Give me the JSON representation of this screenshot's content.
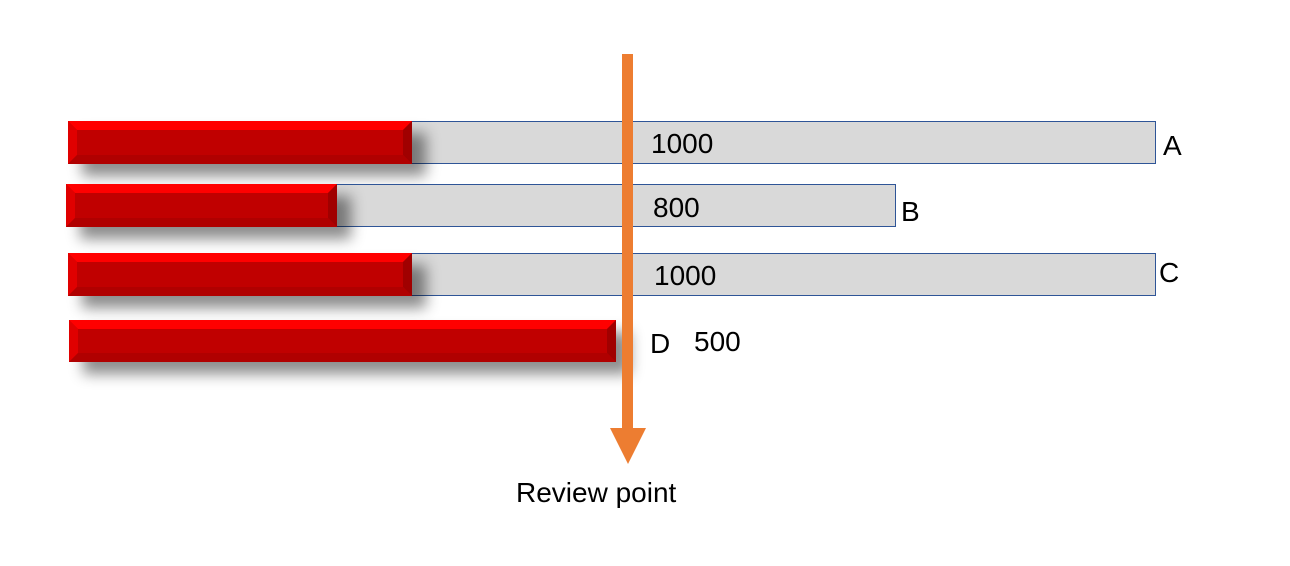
{
  "bars": [
    {
      "name": "A",
      "total_label": "1000",
      "total": 1000,
      "progress_fraction": 0.316
    },
    {
      "name": "B",
      "total_label": "800",
      "total": 800,
      "progress_fraction": 0.326
    },
    {
      "name": "C",
      "total_label": "1000",
      "total": 1000,
      "progress_fraction": 0.316
    },
    {
      "name": "D",
      "total_label": "500",
      "total": 500,
      "progress_fraction": 1.0
    }
  ],
  "review_point": {
    "label": "Review point"
  },
  "colors": {
    "progress_red": "#ff0000",
    "progress_dark": "#c00000",
    "total_fill": "#d9d9d9",
    "total_border": "#2f5597",
    "arrow": "#ed7d31"
  }
}
